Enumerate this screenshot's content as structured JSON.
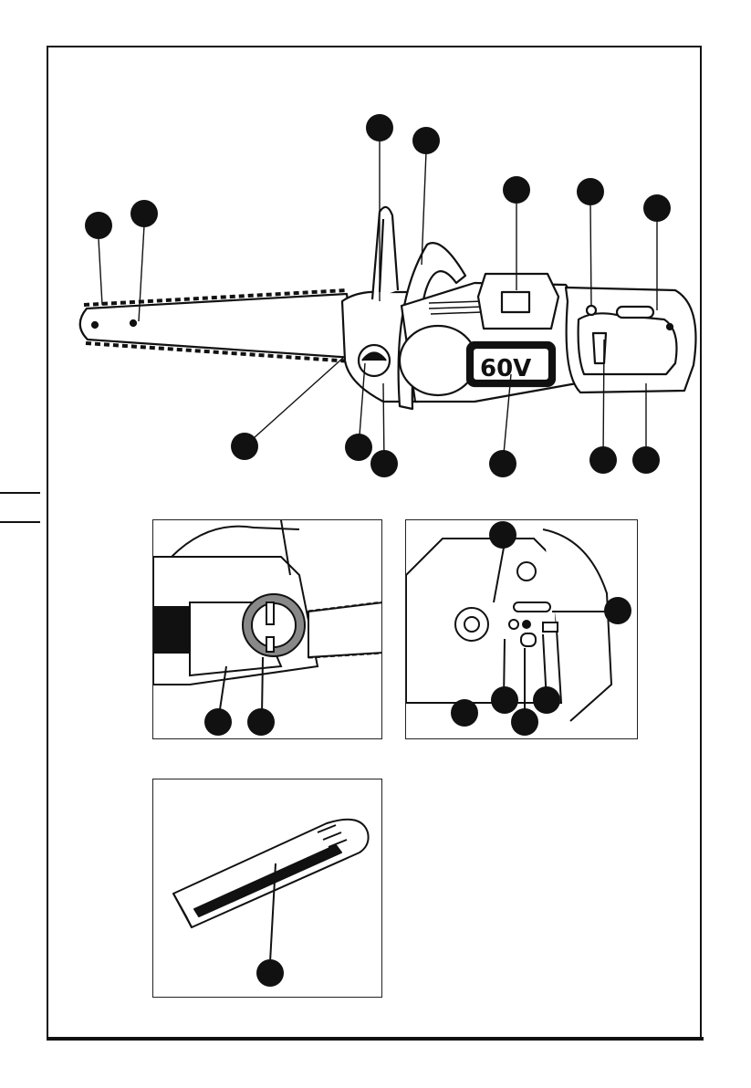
{
  "colors": {
    "ink": "#111111",
    "paper": "#ffffff",
    "grey": "#888888"
  },
  "main_figure": {
    "battery_text": "60V",
    "callouts": [
      {
        "id": "c1"
      },
      {
        "id": "c2"
      },
      {
        "id": "c3"
      },
      {
        "id": "c4"
      },
      {
        "id": "c5"
      },
      {
        "id": "c6"
      },
      {
        "id": "c7"
      },
      {
        "id": "c8"
      },
      {
        "id": "c9"
      },
      {
        "id": "c10"
      },
      {
        "id": "c11"
      },
      {
        "id": "c12"
      },
      {
        "id": "c13"
      }
    ]
  },
  "detail_panels": [
    {
      "id": "oil-cap-detail"
    },
    {
      "id": "tensioner-detail"
    },
    {
      "id": "bar-cover-detail"
    }
  ],
  "icons": [
    "chainsaw-illustration",
    "oil-cap-illustration",
    "chain-tensioner-illustration",
    "bar-cover-illustration"
  ]
}
